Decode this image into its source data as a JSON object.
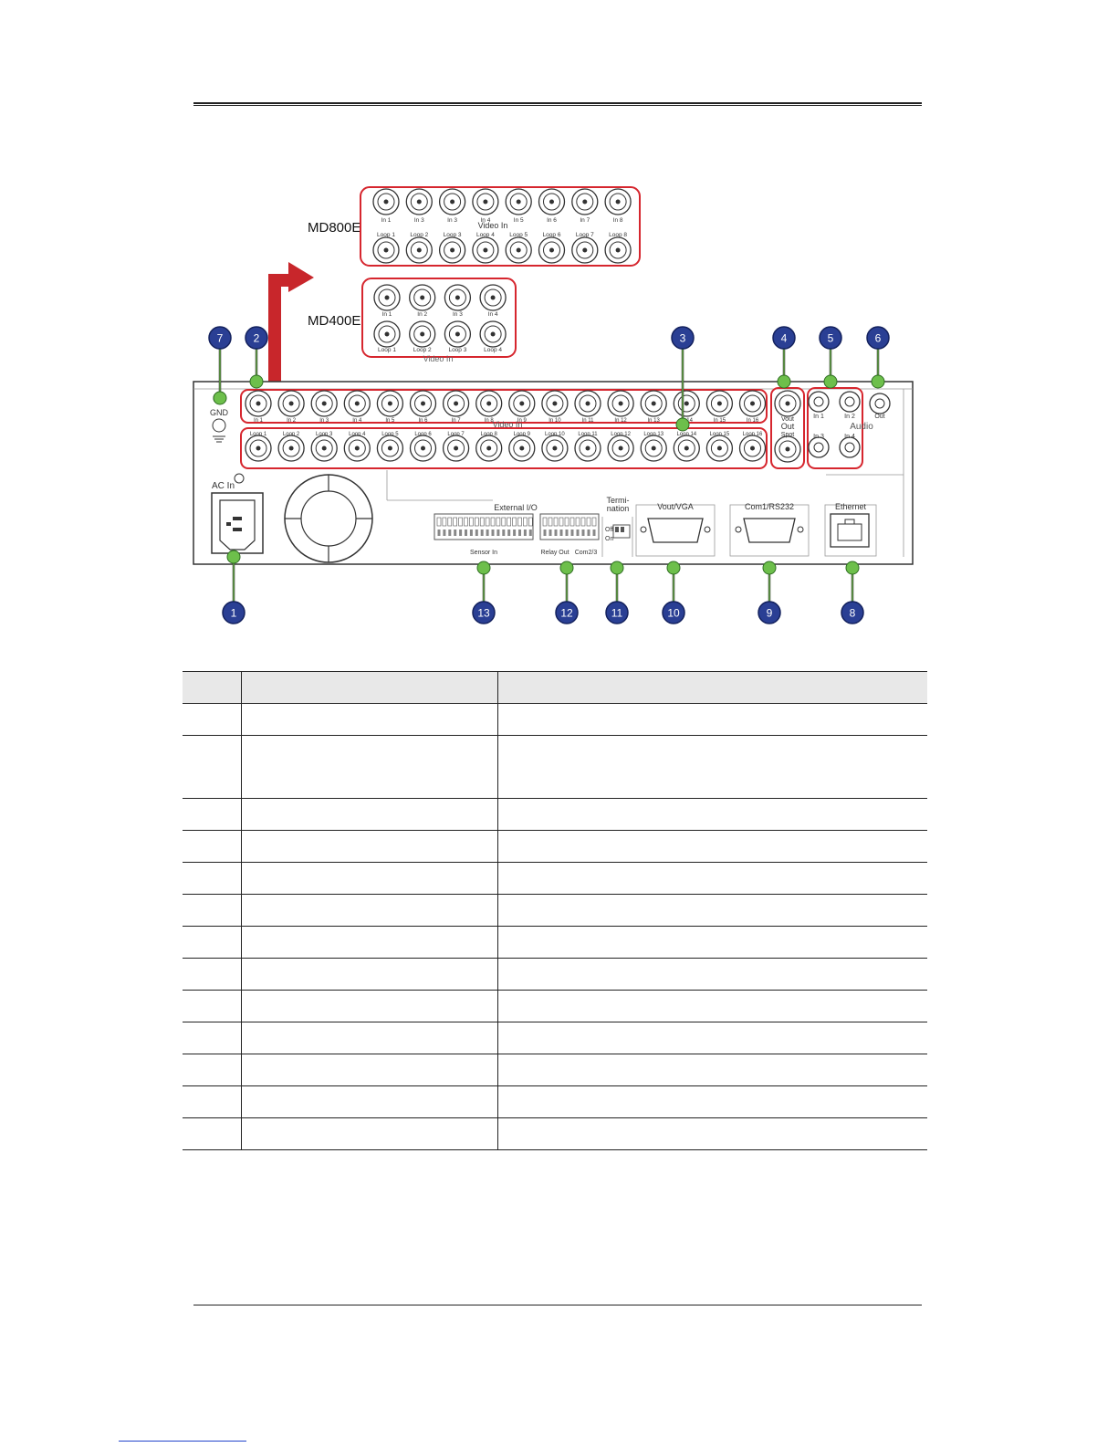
{
  "variants": {
    "md800e": {
      "model_label": "MD800E",
      "in_labels": [
        "In 1",
        "In 3",
        "In 3",
        "In 4",
        "In 5",
        "In 6",
        "In 7",
        "In 8"
      ],
      "loop_labels": [
        "Loop 1",
        "Loop 2",
        "Loop 3",
        "Loop 4",
        "Loop 5",
        "Loop 6",
        "Loop 7",
        "Loop 8"
      ],
      "group_label": "Video In"
    },
    "md400e": {
      "model_label": "MD400E",
      "in_labels": [
        "In 1",
        "In 2",
        "In 3",
        "In 4"
      ],
      "loop_labels": [
        "Loop 1",
        "Loop 2",
        "Loop 3",
        "Loop 4"
      ],
      "group_label": "Video In"
    }
  },
  "panel": {
    "gnd_label": "GND",
    "ac_in_label": "AC In",
    "video_in_label": "Video In",
    "in_labels": [
      "In 1",
      "In 2",
      "In 3",
      "In 4",
      "In 5",
      "In 6",
      "In 7",
      "In 8",
      "In 9",
      "In 10",
      "In 11",
      "In 12",
      "In 13",
      "In 14",
      "In 15",
      "In 16"
    ],
    "loop_labels": [
      "Loop 1",
      "Loop 2",
      "Loop 3",
      "Loop 4",
      "Loop 5",
      "Loop 6",
      "Loop 7",
      "Loop 8",
      "Loop 9",
      "Loop 10",
      "Loop 11",
      "Loop 12",
      "Loop 13",
      "Loop 14",
      "Loop 15",
      "Loop 16"
    ],
    "vout_label": "Vout",
    "out_label": "Out",
    "spot_label": "Spot",
    "audio_label": "Audio",
    "audio_in_labels": [
      "In 1",
      "In 2",
      "In 3",
      "In 4"
    ],
    "audio_out_label": "Out",
    "external_io_label": "External I/O",
    "sensor_in_label": "Sensor In",
    "relay_out_label": "Relay Out",
    "com23_label": "Com2/3",
    "termination_label_1": "Termi-",
    "termination_label_2": "nation",
    "term_off_label": "Off",
    "term_on_label": "On",
    "vout_vga_label": "Vout/VGA",
    "com1_label": "Com1/RS232",
    "ethernet_label": "Ethernet"
  },
  "callouts": [
    "1",
    "2",
    "3",
    "4",
    "5",
    "6",
    "7",
    "8",
    "9",
    "10",
    "11",
    "12",
    "13"
  ],
  "colors": {
    "callout_fill": "#2a3f94",
    "anchor_fill": "#6dbf4b",
    "highlight": "#d6262e",
    "arrow": "#c8262b"
  },
  "table": {
    "header": [
      "",
      "",
      ""
    ],
    "rows": [
      [
        "",
        "",
        ""
      ],
      [
        "",
        "",
        ""
      ],
      [
        "",
        "",
        ""
      ],
      [
        "",
        "",
        ""
      ],
      [
        "",
        "",
        ""
      ],
      [
        "",
        "",
        ""
      ],
      [
        "",
        "",
        ""
      ],
      [
        "",
        "",
        ""
      ],
      [
        "",
        "",
        ""
      ],
      [
        "",
        "",
        ""
      ],
      [
        "",
        "",
        ""
      ],
      [
        "",
        "",
        ""
      ],
      [
        "",
        "",
        ""
      ]
    ]
  }
}
